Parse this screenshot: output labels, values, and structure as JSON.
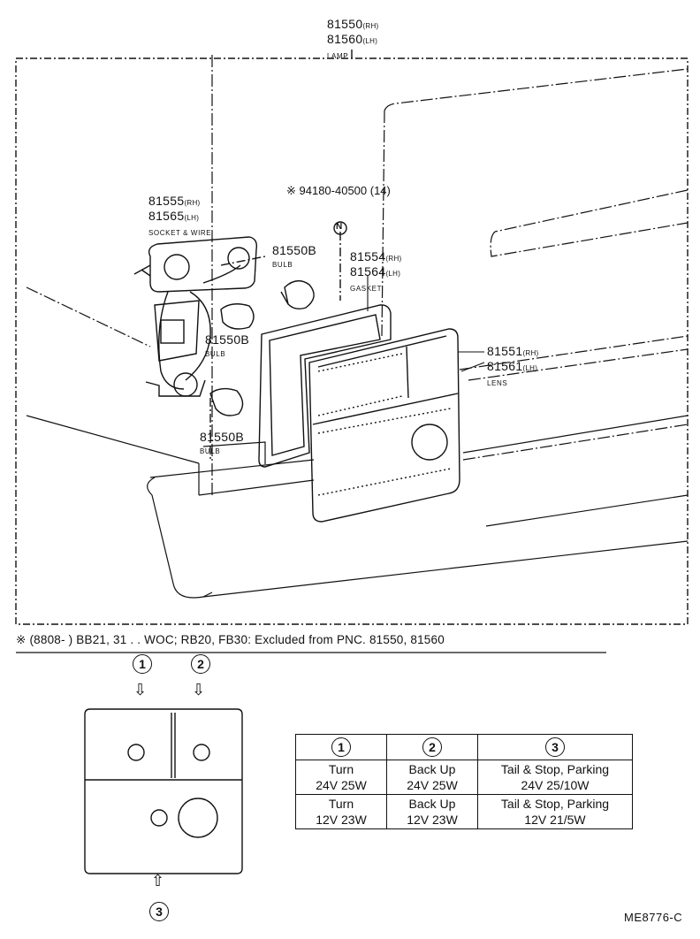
{
  "callouts": {
    "lamp": {
      "line1": "81550",
      "tag1": "(RH)",
      "line2": "81560",
      "tag2": "(LH)",
      "caption": "LAMP"
    },
    "socket": {
      "line1": "81555",
      "tag1": "(RH)",
      "line2": "81565",
      "tag2": "(LH)",
      "caption": "SOCKET & WIRE"
    },
    "screw": {
      "text": "※ 94180-40500 (14)",
      "symbol": "N"
    },
    "bulb_top": {
      "num": "81550B",
      "caption": "BULB"
    },
    "bulb_mid": {
      "num": "81550B",
      "caption": "BULB"
    },
    "bulb_low": {
      "num": "81550B",
      "caption": "BULB"
    },
    "gasket": {
      "line1": "81554",
      "tag1": "(RH)",
      "line2": "81564",
      "tag2": "(LH)",
      "caption": "GASKET"
    },
    "lens": {
      "line1": "81551",
      "tag1": "(RH)",
      "line2": "81561",
      "tag2": "(LH)",
      "caption": "LENS"
    }
  },
  "footnote": "※ (8808-        ) BB21, 31 . . WOC; RB20, FB30: Excluded from PNC. 81550, 81560",
  "markers": {
    "m1": "1",
    "m2": "2",
    "m3": "3",
    "arrow_down": "⇩",
    "arrow_up": "⇧"
  },
  "bulb_table": {
    "headers": [
      "1",
      "2",
      "3"
    ],
    "rows": [
      [
        [
          "Turn",
          "24V 25W"
        ],
        [
          "Back Up",
          "24V 25W"
        ],
        [
          "Tail & Stop, Parking",
          "24V 25/10W"
        ]
      ],
      [
        [
          "Turn",
          "12V 23W"
        ],
        [
          "Back Up",
          "12V 23W"
        ],
        [
          "Tail & Stop, Parking",
          "12V 21/5W"
        ]
      ]
    ]
  },
  "drawing_code": "ME8776-C"
}
